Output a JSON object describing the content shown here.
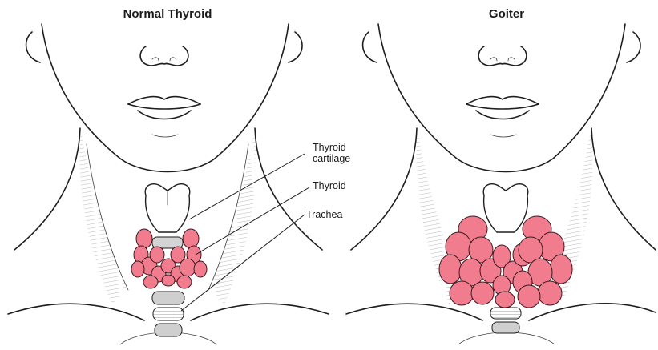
{
  "panels": [
    {
      "title": "Normal Thyroid"
    },
    {
      "title": "Goiter"
    }
  ],
  "labels": [
    {
      "lines": [
        "Thyroid",
        "cartilage"
      ]
    },
    {
      "lines": [
        "Thyroid"
      ]
    },
    {
      "lines": [
        "Trachea"
      ]
    }
  ],
  "colors": {
    "thyroid_fill": "#f07c8e",
    "thyroid_outline": "#3a1a20",
    "cartilage_fill": "#ffffff",
    "trachea_fill": "#cfcfcf",
    "ink": "#1e1e1e",
    "background": "#ffffff"
  }
}
